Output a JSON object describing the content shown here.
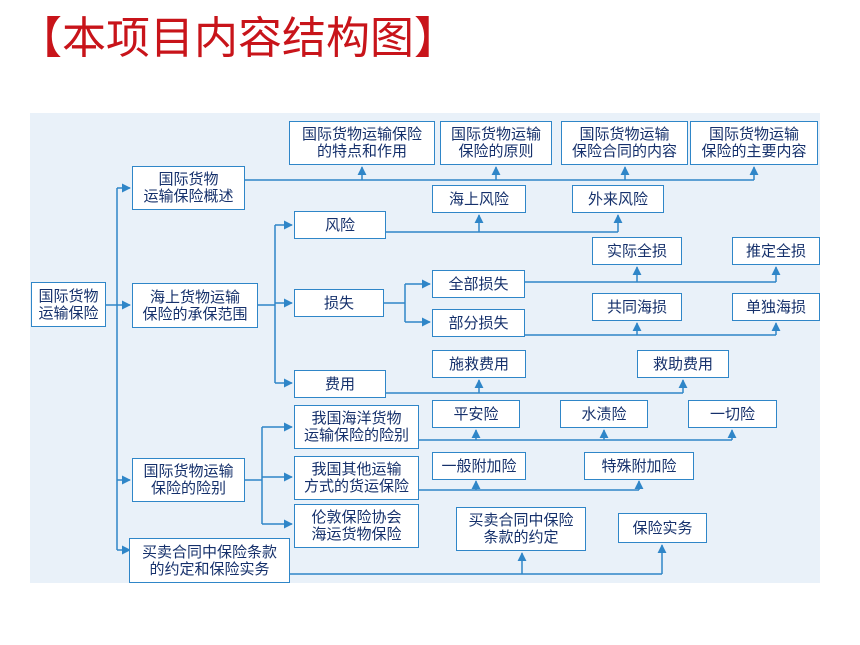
{
  "title": "【本项目内容结构图】",
  "colors": {
    "title": "#c8141a",
    "line": "#2f86c8",
    "panel": "#e9f1f9",
    "text": "#15306b"
  },
  "nodes": {
    "root": "国际货物\n运输保险",
    "overview": "国际货物\n运输保险概述",
    "features": "国际货物运输保险\n的特点和作用",
    "principles": "国际货物运输\n保险的原则",
    "contract_content": "国际货物运输\n保险合同的内容",
    "main_content": "国际货物运输\n保险的主要内容",
    "coverage": "海上货物运输\n保险的承保范围",
    "risk": "风险",
    "marine_risk": "海上风险",
    "external_risk": "外来风险",
    "loss": "损失",
    "total_loss": "全部损失",
    "actual_total_loss": "实际全损",
    "constructive_total_loss": "推定全损",
    "partial_loss": "部分损失",
    "general_average": "共同海损",
    "particular_average": "单独海损",
    "expense": "费用",
    "sue_labor": "施救费用",
    "salvage": "救助费用",
    "types": "国际货物运输\n保险的险别",
    "cn_marine": "我国海洋货物\n运输保险的险别",
    "fpa": "平安险",
    "wa": "水渍险",
    "all_risks": "一切险",
    "cn_other": "我国其他运输\n方式的货运保险",
    "general_additional": "一般附加险",
    "special_additional": "特殊附加险",
    "iul": "伦敦保险协会\n海运货物保险",
    "practice": "买卖合同中保险条款\n的约定和保险实务",
    "clause_agreement": "买卖合同中保险\n条款的约定",
    "insurance_practice": "保险实务"
  }
}
